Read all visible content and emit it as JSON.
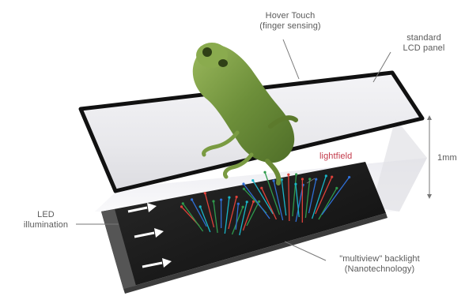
{
  "labels": {
    "hover_touch": [
      "Hover Touch",
      "(finger sensing)"
    ],
    "lcd_panel": [
      "standard",
      "LCD panel"
    ],
    "lightfield": "lightfield",
    "dimension": "1mm",
    "led": [
      "LED",
      "illumination"
    ],
    "backlight": [
      "\"multiview\" backlight",
      "(Nanotechnology)"
    ]
  },
  "colors": {
    "frame": "#111111",
    "lightfield_text": "#c33a4a",
    "frog": "#7fa046",
    "rays": [
      "#e0413a",
      "#2f9b4c",
      "#2f6fd6",
      "#19b5c7"
    ]
  },
  "icons": {
    "frog": "frog-hologram-icon",
    "arrow": "led-arrow-icon"
  }
}
